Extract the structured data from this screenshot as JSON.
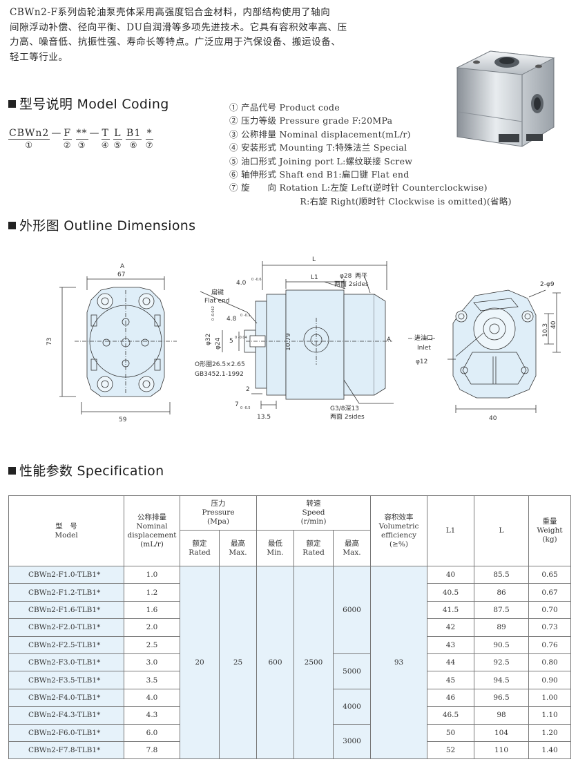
{
  "intro_lines": [
    "CBWn2-F系列齿轮油泵壳体采用高强度铝合金材料，内部结构使用了轴向",
    "间隙浮动补偿、径向平衡、DU自润滑等多项先进技术。它具有容积效率高、压",
    "力高、噪音低、抗振性强、寿命长等特点。广泛应用于汽保设备、搬运设备、",
    "轻工等行业。"
  ],
  "model_coding": {
    "heading": "型号说明 Model Coding",
    "segments": [
      {
        "text": "CBWn2",
        "num": "①"
      },
      {
        "text": "F",
        "num": "②"
      },
      {
        "text": "**",
        "num": "③"
      },
      {
        "text": "T",
        "num": "④"
      },
      {
        "text": "L",
        "num": "⑤"
      },
      {
        "text": "B1",
        "num": "⑥"
      },
      {
        "text": "*",
        "num": "⑦"
      }
    ],
    "dash": "—",
    "legend": [
      "① 产品代号 Product code",
      "② 压力等级 Pressure grade F:20MPa",
      "③ 公称排量 Nominal displacement(mL/r)",
      "④ 安装形式 Mounting T:特殊法兰 Special",
      "⑤ 油口形式 Joining port L:螺纹联接 Screw",
      "⑥ 轴伸形式 Shaft end B1:扁口键 Flat end",
      "⑦ 旋　　向 Rotation L:左旋 Left(逆时针 Counterclockwise)",
      "　　　　　　　　R:右旋 Right(顺时针 Clockwise is omitted)(省略)"
    ]
  },
  "outline": {
    "heading": "外形图 Outline Dimensions",
    "labels": {
      "A_left": "A",
      "w67": "67",
      "h73": "73",
      "w59": "59",
      "L": "L",
      "L1": "L1",
      "d4": "4.0",
      "d4tol": "0 -0.6",
      "flat_cn": "扁键",
      "flat_en": "Flat end",
      "d28": "φ28",
      "two_flat_cn": "两平",
      "two_sides_cn": "两面 2sides",
      "d32": "φ32",
      "d32tol": "0 -0.062",
      "d24": "φ24",
      "d48": "4.8",
      "d48tol": "0 -0.1",
      "d5": "5",
      "d5tol": "0 -0.04",
      "d1079": "10.79",
      "oring": "O形圈26.5×2.65",
      "gb": "GB3452.1-1992",
      "d2": "2",
      "d7": "7",
      "d7tol": "0 -0.5",
      "d135": "13.5",
      "g38": "G3/8深13",
      "two_sides2": "两面 2sides",
      "A_arrow": "A",
      "inlet_cn": "进油口",
      "inlet_en": "Inlet",
      "phi9": "2-φ9",
      "d103": "10.3",
      "d40v": "40",
      "phi12": "φ12",
      "d40h": "40"
    }
  },
  "specification": {
    "heading": "性能参数 Specification",
    "headers": {
      "model_cn": "型　号",
      "model_en": "Model",
      "disp_cn": "公称排量",
      "disp_en": "Nominal",
      "disp_en2": "displacement",
      "disp_unit": "(mL/r)",
      "pressure_cn": "压力",
      "pressure_en": "Pressure",
      "pressure_unit": "(Mpa)",
      "speed_cn": "转速",
      "speed_en": "Speed",
      "speed_unit": "(r/min)",
      "eff_cn": "容积效率",
      "eff_en": "Volumetric",
      "eff_en2": "efficiency",
      "eff_unit": "(≥%)",
      "l1": "L1",
      "l": "L",
      "weight_cn": "重量",
      "weight_en": "Weight",
      "weight_unit": "(kg)",
      "rated_cn": "额定",
      "rated_en": "Rated",
      "max_cn": "最高",
      "max_en": "Max.",
      "min_cn": "最低",
      "min_en": "Min."
    },
    "rows": [
      {
        "model": "CBWn2-F1.0-TLB1*",
        "disp": "1.0",
        "l1": "40",
        "l": "85.5",
        "weight": "0.65"
      },
      {
        "model": "CBWn2-F1.2-TLB1*",
        "disp": "1.2",
        "l1": "40.5",
        "l": "86",
        "weight": "0.67"
      },
      {
        "model": "CBWn2-F1.6-TLB1*",
        "disp": "1.6",
        "l1": "41.5",
        "l": "87.5",
        "weight": "0.70"
      },
      {
        "model": "CBWn2-F2.0-TLB1*",
        "disp": "2.0",
        "l1": "42",
        "l": "89",
        "weight": "0.73"
      },
      {
        "model": "CBWn2-F2.5-TLB1*",
        "disp": "2.5",
        "l1": "43",
        "l": "90.5",
        "weight": "0.76"
      },
      {
        "model": "CBWn2-F3.0-TLB1*",
        "disp": "3.0",
        "l1": "44",
        "l": "92.5",
        "weight": "0.80"
      },
      {
        "model": "CBWn2-F3.5-TLB1*",
        "disp": "3.5",
        "l1": "45",
        "l": "94.5",
        "weight": "0.90"
      },
      {
        "model": "CBWn2-F4.0-TLB1*",
        "disp": "4.0",
        "l1": "46",
        "l": "96.5",
        "weight": "1.00"
      },
      {
        "model": "CBWn2-F4.3-TLB1*",
        "disp": "4.3",
        "l1": "46.5",
        "l": "98",
        "weight": "1.10"
      },
      {
        "model": "CBWn2-F6.0-TLB1*",
        "disp": "6.0",
        "l1": "50",
        "l": "104",
        "weight": "1.20"
      },
      {
        "model": "CBWn2-F7.8-TLB1*",
        "disp": "7.8",
        "l1": "52",
        "l": "110",
        "weight": "1.40"
      }
    ],
    "merged": {
      "pressure_rated": "20",
      "pressure_max": "25",
      "speed_min": "600",
      "speed_rated": "2500",
      "speed_max_a": "6000",
      "speed_max_b": "5000",
      "speed_max_c": "4000",
      "speed_max_d": "3000",
      "efficiency": "93"
    }
  },
  "colors": {
    "shade": "#e6f2fa",
    "drawing_fill": "#dfeef8",
    "line": "#333333"
  }
}
